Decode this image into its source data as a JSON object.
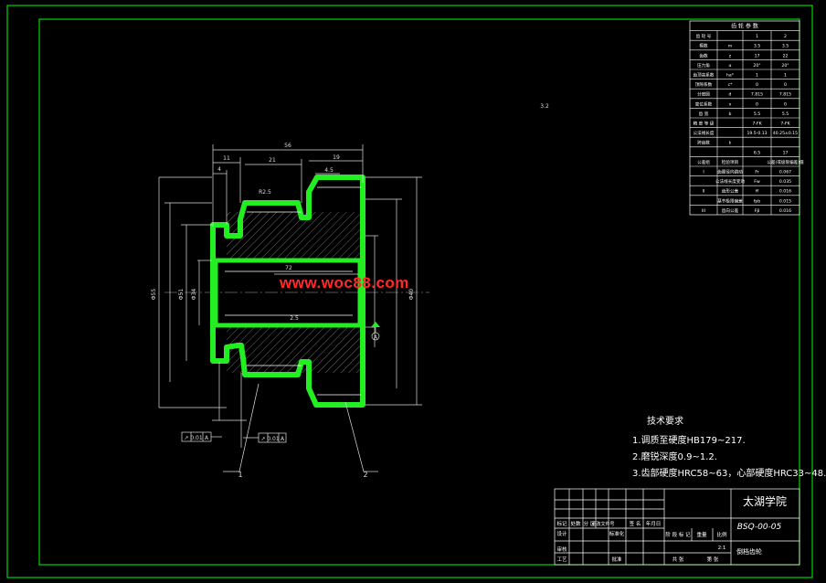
{
  "drawing": {
    "dims": {
      "d56": "56",
      "d11": "11",
      "d21": "21",
      "d19": "19",
      "d4": "4",
      "d45": "4.5",
      "d25": "2.5",
      "r25": "R2.5",
      "len72": "72",
      "phi_big": "Φ55",
      "phi51": "Φ51",
      "phi34": "Φ34",
      "phi40": "Φ40"
    },
    "leaders": [
      "1",
      "2"
    ],
    "datum": "A",
    "tolerance_frames": [
      {
        "sym": "↗",
        "tol": "0.01",
        "ref": "A"
      },
      {
        "sym": "↗",
        "tol": "0.01",
        "ref": "A"
      }
    ],
    "roughness": "3.2"
  },
  "watermark": "www.woc88.com",
  "tech_requirements": {
    "title": "技术要求",
    "lines": [
      "1.调质至硬度HB179~217.",
      "2.磨锐深度0.9~1.2.",
      "3.齿部硬度HRC58~63，心部硬度HRC33~48."
    ]
  },
  "param_table": {
    "title": "齿 轮 参 数",
    "rows": [
      [
        "齿 轮 号",
        "",
        "1",
        "2"
      ],
      [
        "模数",
        "m",
        "3.5",
        "3.5"
      ],
      [
        "齿数",
        "z",
        "17",
        "22"
      ],
      [
        "压力角",
        "α",
        "20°",
        "20°"
      ],
      [
        "齿顶高系数",
        "ha*",
        "1",
        "1"
      ],
      [
        "顶隙系数",
        "c*",
        "0",
        "0"
      ],
      [
        "分度圆",
        "d",
        "7.815",
        "7.815"
      ],
      [
        "变位系数",
        "x",
        "0",
        "0"
      ],
      [
        "齿 宽",
        "b",
        "5.5",
        "5.5"
      ],
      [
        "精 度 等 级",
        "",
        "7-FK",
        "7-FK"
      ],
      [
        "公法线长度",
        "",
        "19.5-0.13",
        "40.25±0.15"
      ],
      [
        "跨齿数",
        "k",
        "",
        ""
      ],
      [
        "",
        "",
        "6.5",
        "17"
      ],
      [
        "公差组",
        "检验项目",
        "",
        "公差(或极限偏差)值"
      ],
      [
        "I",
        "齿圈径向跳动",
        "Fr",
        "0.067"
      ],
      [
        "",
        "公法线长度变动",
        "Fw",
        "0.035"
      ],
      [
        "II",
        "齿形公差",
        "ff",
        "0.016"
      ],
      [
        "",
        "基节极限偏差",
        "fpb",
        "0.015"
      ],
      [
        "III",
        "齿向公差",
        "Fβ",
        "0.016"
      ]
    ]
  },
  "title_block": {
    "school": "太湖学院",
    "drawing_no": "BSQ-00-05",
    "part_name": "倒档齿轮",
    "headers": [
      "标记",
      "处数",
      "分 区",
      "更改文件号",
      "签 名",
      "年月日"
    ],
    "role_design": "设计",
    "role_review": "审核",
    "role_craft": "工艺",
    "role_std": "标准化",
    "role_approve": "批准",
    "stage_labels": [
      "阶 段 标 记",
      "重量",
      "比例"
    ],
    "scale": "2:1",
    "sheet_labels": [
      "共  张",
      "第  张"
    ]
  },
  "colors": {
    "frame": "#00ff00",
    "part": "#22ee22",
    "lines": "#ffffff",
    "dims": "#dddddd",
    "hatch": "#888888",
    "red": "#ff2a2a"
  }
}
